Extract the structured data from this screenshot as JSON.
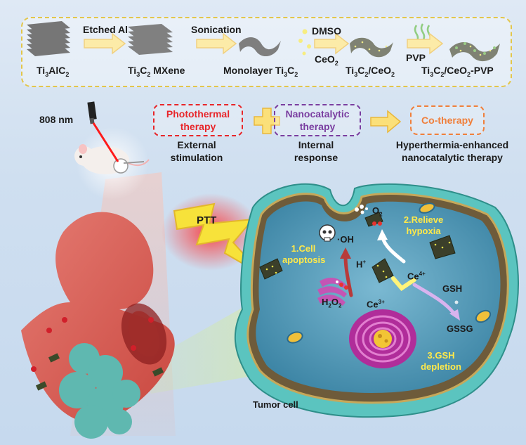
{
  "synthesis": {
    "step1": "Etched Al",
    "step2": "Sonication",
    "step3a": "DMSO",
    "step3b": "CeO",
    "step3b_sub": "2",
    "step4": "PVP",
    "p1": {
      "a": "Ti",
      "s1": "3",
      "b": "AlC",
      "s2": "2"
    },
    "p2": {
      "a": "Ti",
      "s1": "3",
      "b": "C",
      "s2": "2",
      "c": " MXene"
    },
    "p3": {
      "a": "Monolayer Ti",
      "s1": "3",
      "b": "C",
      "s2": "2"
    },
    "p4": {
      "a": "Ti",
      "s1": "3",
      "b": "C",
      "s2": "2",
      "c": "/CeO",
      "s3": "2"
    },
    "p5": {
      "a": "Ti",
      "s1": "3",
      "b": "C",
      "s2": "2",
      "c": "/CeO",
      "s3": "2",
      "d": "-PVP"
    }
  },
  "laser": "808 nm",
  "therapy": {
    "box1": "Photothermal therapy",
    "box1_caption": "External stimulation",
    "box2": "Nanocatalytic therapy",
    "box2_caption": "Internal response",
    "box3": "Co-therapy",
    "box3_caption": "Hyperthermia-enhanced nanocatalytic therapy",
    "plus": "+"
  },
  "ptt": "PTT",
  "cell": {
    "label1": "1.Cell apoptosis",
    "label2": "2.Relieve hypoxia",
    "label3": "3.GSH depletion",
    "oh": "·OH",
    "hplus": "H",
    "hplus_sup": "+",
    "o2": "O",
    "o2_sub": "2",
    "h2o2_a": "H",
    "h2o2_s1": "2",
    "h2o2_b": "O",
    "h2o2_s2": "2",
    "ce4": "Ce",
    "ce4_sup": "4+",
    "ce3": "Ce",
    "ce3_sup": "3+",
    "gsh": "GSH",
    "gssg": "GSSG",
    "tumor": "Tumor cell"
  },
  "colors": {
    "photothermal": "#e8262a",
    "nanocatalytic": "#7a3ea0",
    "cotherapy": "#f07f3a",
    "highlight": "#ffe94a",
    "cyto": "#4f98b8"
  }
}
